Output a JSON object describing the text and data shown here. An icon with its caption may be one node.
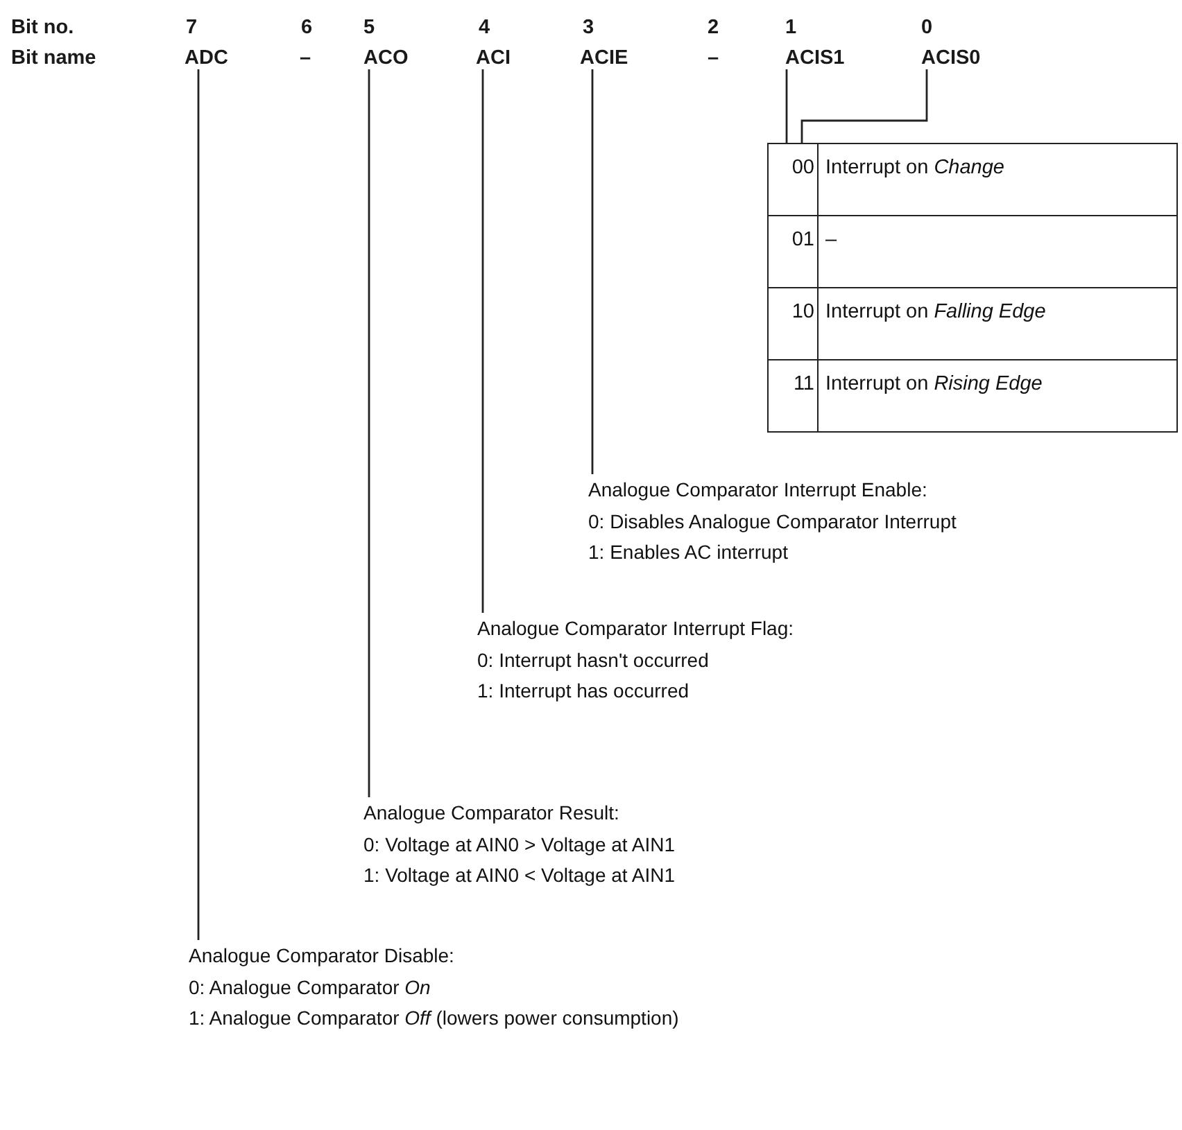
{
  "diagram": {
    "nodes": [
      {
        "text": [
          "ADC"
        ]
      },
      {
        "text": [
          "ACO"
        ]
      },
      {
        "text": [
          "ACI"
        ]
      },
      {
        "text": [
          "ACIE"
        ]
      },
      {
        "text": [
          "ACIS1"
        ]
      },
      {
        "text": [
          "ACIS0"
        ]
      },
      {
        "text": [
          "00",
          "Interrupt on *Change*",
          "01",
          "–",
          "10",
          "Interrupt on *Falling Edge*",
          "11",
          "Interrupt on *Rising Edge*"
        ]
      },
      {
        "text": [
          "Analogue Comparator Interrupt Enable:",
          "0: Disables Analogue Comparator Interrupt",
          "1: Enables AC interrupt"
        ]
      },
      {
        "text": [
          "Analogue Comparator Interrupt Flag:",
          "0: Interrupt hasn't occurred",
          "1: Interrupt has occurred"
        ]
      },
      {
        "text": [
          "Analogue Comparator Result:",
          "0: Voltage at AIN0 > Voltage at AIN1",
          "1: Voltage at AIN0 < Voltage at AIN1"
        ]
      },
      {
        "text": [
          "Analogue Comparator Disable:",
          "0: Analogue Comparator *On*",
          "1: Analogue Comparator *Off* (lowers power consumption)"
        ]
      }
    ],
    "edges": [
      {
        "from": 0,
        "to": 10,
        "arrow": "none"
      },
      {
        "from": 1,
        "to": 9,
        "arrow": "none"
      },
      {
        "from": 2,
        "to": 8,
        "arrow": "none"
      },
      {
        "from": 3,
        "to": 7,
        "arrow": "none"
      },
      {
        "from": 4,
        "to": 6,
        "arrow": "none"
      },
      {
        "from": 5,
        "to": 6,
        "arrow": "none"
      }
    ],
    "labels": [
      "Bit no.",
      "7",
      "6",
      "5",
      "4",
      "3",
      "2",
      "1",
      "0",
      "Bit name",
      "–",
      "–"
    ]
  }
}
